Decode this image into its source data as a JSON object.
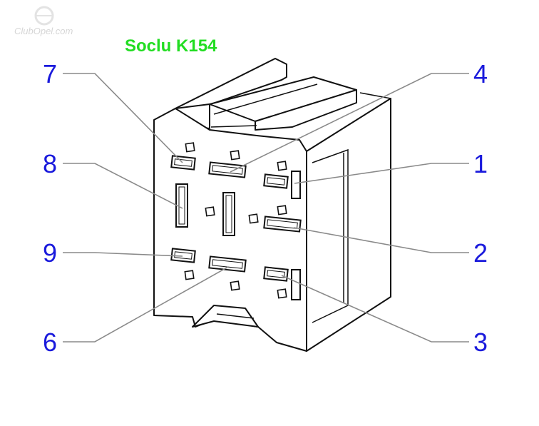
{
  "title": "Soclu K154",
  "watermark": "ClubOpel.com",
  "colors": {
    "title": "#22dd22",
    "pin_labels": "#1a1adc",
    "leaders": "#8a8a8a",
    "outline": "#111111"
  },
  "pins": {
    "p1": "1",
    "p2": "2",
    "p3": "3",
    "p4": "4",
    "p6": "6",
    "p7": "7",
    "p8": "8",
    "p9": "9"
  }
}
